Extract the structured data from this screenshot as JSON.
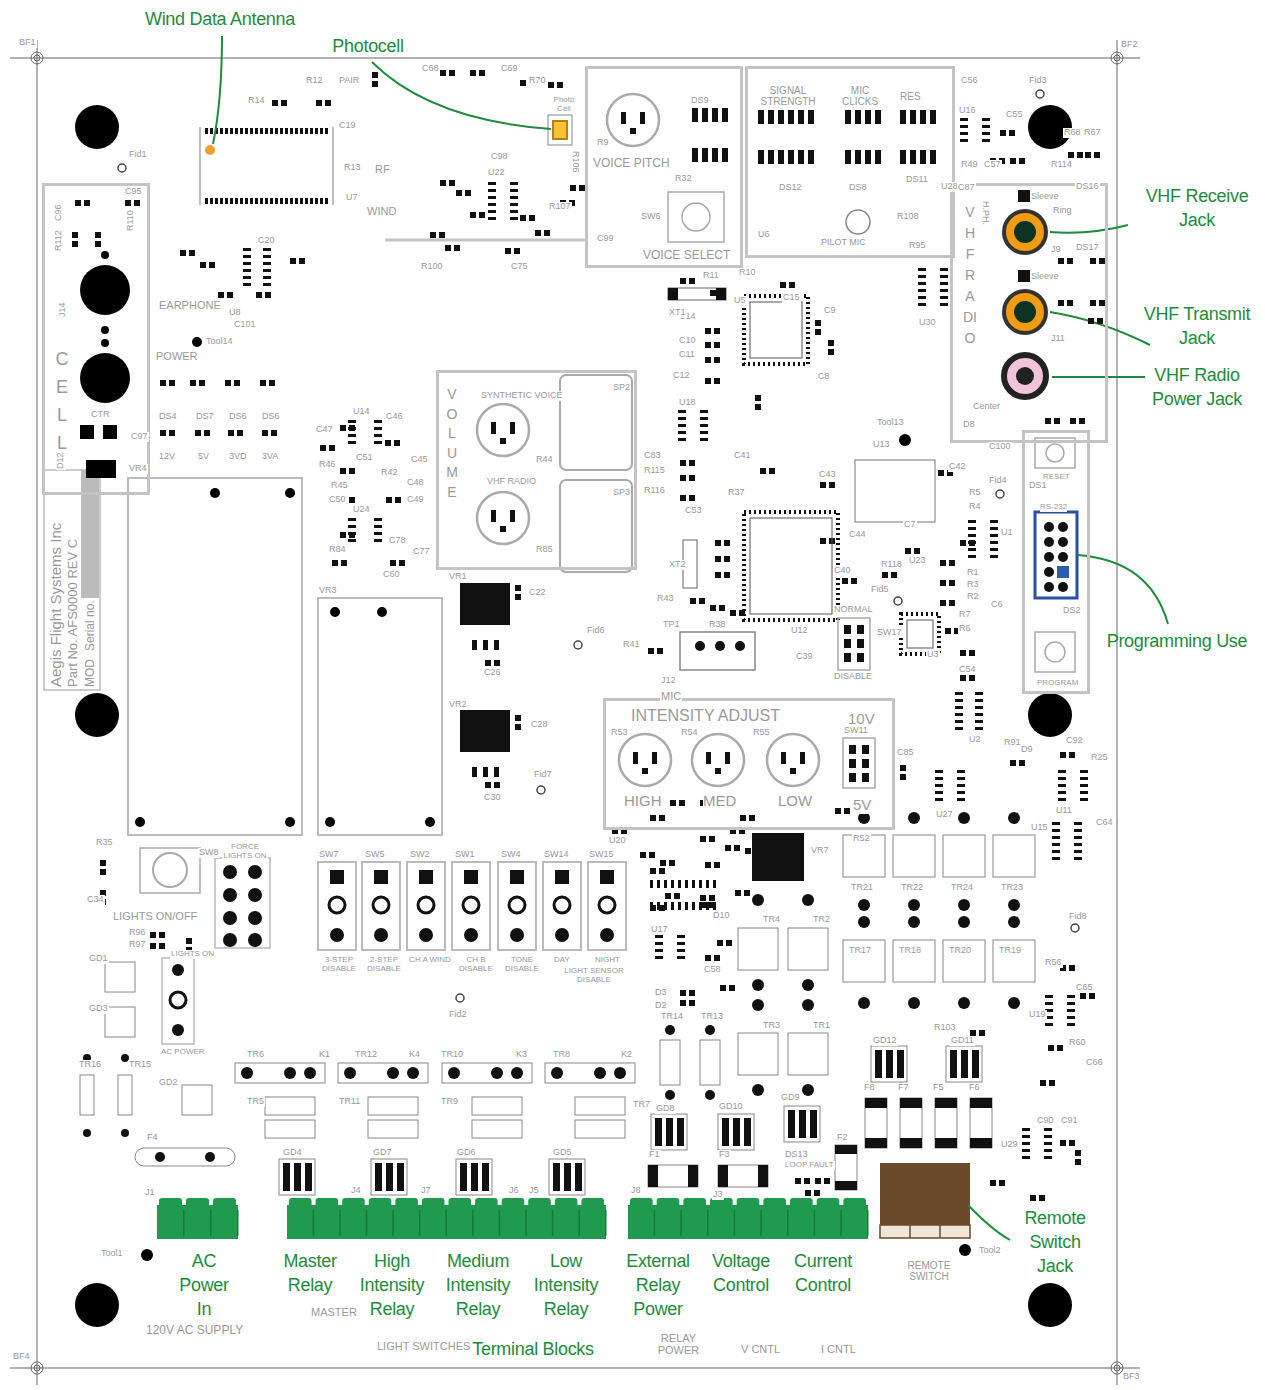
{
  "diagram": {
    "nodes": [
      {
        "text": [
          "VOICE PITCH",
          "VOICE SELECT"
        ]
      },
      {
        "text": [
          "SIGNAL STRENGTH",
          "MIC CLICKS",
          "RES"
        ]
      },
      {
        "text": [
          "CELL"
        ]
      },
      {
        "text": [
          "VHF RADIO"
        ]
      },
      {
        "text": [
          "VOLUME",
          "SYNTHETIC VOICE",
          "VHF RADIO"
        ]
      },
      {
        "text": [
          "RESET",
          "RS-232",
          "PROGRAM"
        ]
      },
      {
        "text": [
          "INTENSITY ADJUST",
          "HIGH",
          "MED",
          "LOW",
          "10V",
          "5V"
        ]
      }
    ],
    "labels": [
      "Wind Data Antenna",
      "Photocell",
      "VHF Receive Jack",
      "VHF Transmit Jack",
      "VHF Radio Power Jack",
      "Programming Use",
      "Remote Switch Jack",
      "AC Power In",
      "Master Relay",
      "High Intensity Relay",
      "Medium Intensity Relay",
      "Low Intensity Relay",
      "Terminal Blocks",
      "External Relay Power",
      "Voltage Control",
      "Current Control",
      "BF1",
      "BF2",
      "BF3",
      "BF4",
      "Fid1",
      "Fid2",
      "Fid3",
      "Fid4",
      "Fid5",
      "Fid6",
      "Fid7",
      "Fid8",
      "Tool1",
      "Tool2",
      "Tool13",
      "Tool14",
      "Aegis Flight Systems Inc",
      "Part No. AFS0000 REV C",
      "MOD",
      "Serial no.",
      "EARPHONE",
      "POWER",
      "DS4",
      "DS7",
      "DS6",
      "DS6",
      "12V",
      "5V",
      "3VD",
      "3VA",
      "CTR",
      "C96",
      "C95",
      "R112",
      "R110",
      "J14",
      "C97",
      "D12",
      "VR4",
      "VR3",
      "U8",
      "C20",
      "C101",
      "R14",
      "R12",
      "PAIR",
      "C19",
      "C68",
      "C69",
      "R70",
      "U7",
      "R13",
      "WIND",
      "RF",
      "U22",
      "C98",
      "R107",
      "R106",
      "R100",
      "C75",
      "C99",
      "Photo Cell",
      "R9",
      "DS9",
      "R32",
      "SW6",
      "DS12",
      "DS8",
      "DS11",
      "U6",
      "PILOT MIC",
      "U28",
      "C56",
      "U16",
      "C55",
      "R49",
      "C57",
      "R114",
      "R68",
      "R67",
      "DS16",
      "DS17",
      "C87",
      "Sleeve",
      "Ring",
      "J9",
      "Sleeve",
      "J11",
      "Center",
      "H.PH.",
      "D8",
      "C100",
      "DS1",
      "DS2",
      "R5",
      "R4",
      "U1",
      "R1",
      "R3",
      "R2",
      "C6",
      "R7",
      "R6",
      "U3",
      "C54",
      "U2",
      "C43",
      "C42",
      "U13",
      "C7",
      "C44",
      "U12",
      "C40",
      "R118",
      "U23",
      "SW17",
      "NORMAL",
      "DISABLE",
      "TP1",
      "R43",
      "R38",
      "XT2",
      "C53",
      "J12",
      "MIC",
      "R41",
      "C39",
      "C83",
      "R115",
      "R116",
      "C41",
      "R37",
      "U18",
      "C12",
      "C11",
      "C10",
      "C14",
      "U5",
      "XT1",
      "R11",
      "R10",
      "C15",
      "C9",
      "C8",
      "U30",
      "R95",
      "R108",
      "U14",
      "C46",
      "C47",
      "C45",
      "C51",
      "R42",
      "R46",
      "R45",
      "C48",
      "C50",
      "C49",
      "U24",
      "C78",
      "R84",
      "C60",
      "C77",
      "R44",
      "R85",
      "SP2",
      "SP3",
      "VR1",
      "VR2",
      "C22",
      "C26",
      "C28",
      "C30",
      "R53",
      "R54",
      "R55",
      "SW11",
      "U20",
      "R52",
      "VR7",
      "SW8",
      "FORCE LIGHTS ON",
      "LIGHTS ON/OFF",
      "R35",
      "C34",
      "R96",
      "R97",
      "LIGHTS ON",
      "GD1",
      "GD3",
      "AC POWER",
      "GD2",
      "TR16",
      "TR15",
      "F4",
      "SW7",
      "SW5",
      "SW2",
      "SW1",
      "SW4",
      "SW14",
      "SW15",
      "3-STEP DISABLE",
      "2-STEP DISABLE",
      "CH A WIND",
      "CH B DISABLE",
      "TONE DISABLE",
      "DAY",
      "NIGHT",
      "LIGHT SENSOR DISABLE",
      "TR6",
      "K1",
      "TR12",
      "K4",
      "TR10",
      "K3",
      "TR8",
      "K2",
      "TR5",
      "TR11",
      "TR9",
      "TR7",
      "GD4",
      "GD7",
      "GD6",
      "GD5",
      "J1",
      "J4",
      "J7",
      "J6",
      "J5",
      "J8",
      "J3",
      "TR14",
      "TR13",
      "GD8",
      "GD10",
      "GD9",
      "F1",
      "F3",
      "F2",
      "DS13",
      "LOOP FAULT",
      "TR4",
      "TR2",
      "TR3",
      "TR1",
      "D10",
      "U17",
      "C58",
      "D3",
      "D2",
      "TR21",
      "TR22",
      "TR24",
      "TR23",
      "TR17",
      "TR18",
      "TR20",
      "TR19",
      "U15",
      "C64",
      "R56",
      "C65",
      "U19",
      "R103",
      "GD12",
      "GD11",
      "R60",
      "C66",
      "F8",
      "F7",
      "F5",
      "F6",
      "C90",
      "C91",
      "U29",
      "REMOTE SWITCH",
      "C85",
      "U27",
      "R91",
      "D9",
      "C92",
      "R25",
      "U11",
      "120V AC SUPPLY",
      "MASTER",
      "LIGHT SWITCHES",
      "RELAY POWER",
      "V CNTL",
      "I CNTL"
    ]
  }
}
